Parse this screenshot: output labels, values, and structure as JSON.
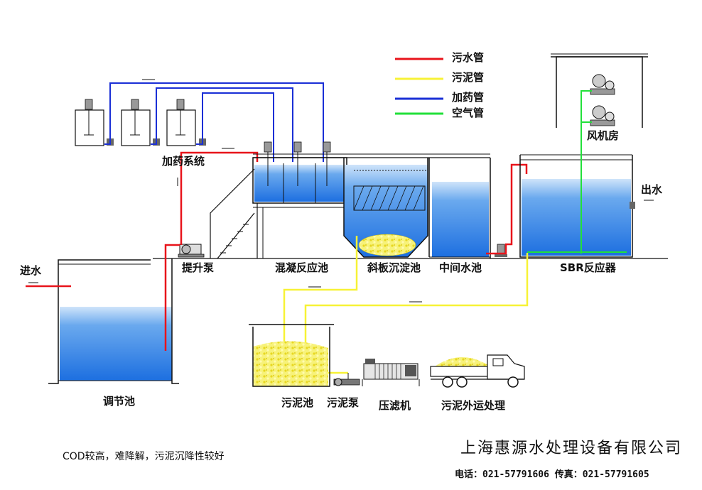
{
  "legend": {
    "items": [
      {
        "label": "污水管",
        "color": "#e8141b"
      },
      {
        "label": "污泥管",
        "color": "#f7f236"
      },
      {
        "label": "加药管",
        "color": "#1a2fd6"
      },
      {
        "label": "空气管",
        "color": "#22e03a"
      }
    ]
  },
  "labels": {
    "inlet": "进水",
    "regulating_tank": "调节池",
    "lift_pump": "提升泵",
    "dosing_system": "加药系统",
    "coagulation_tank": "混凝反应池",
    "inclined_settler": "斜板沉淀池",
    "middle_tank": "中间水池",
    "sbr_reactor": "SBR反应器",
    "outlet": "出水",
    "blower_room": "风机房",
    "sludge_tank": "污泥池",
    "sludge_pump": "污泥泵",
    "filter_press": "压滤机",
    "sludge_transport": "污泥外运处理"
  },
  "note": "COD较高，难降解，污泥沉降性较好",
  "company": "上海惠源水处理设备有限公司",
  "contact": "电话：021-57791606  传真：021-57791605",
  "colors": {
    "water": "#3a86e8",
    "sewage_pipe": "#e8141b",
    "sludge_pipe": "#f7f236",
    "dosing_pipe": "#1a2fd6",
    "air_pipe": "#22e03a"
  }
}
